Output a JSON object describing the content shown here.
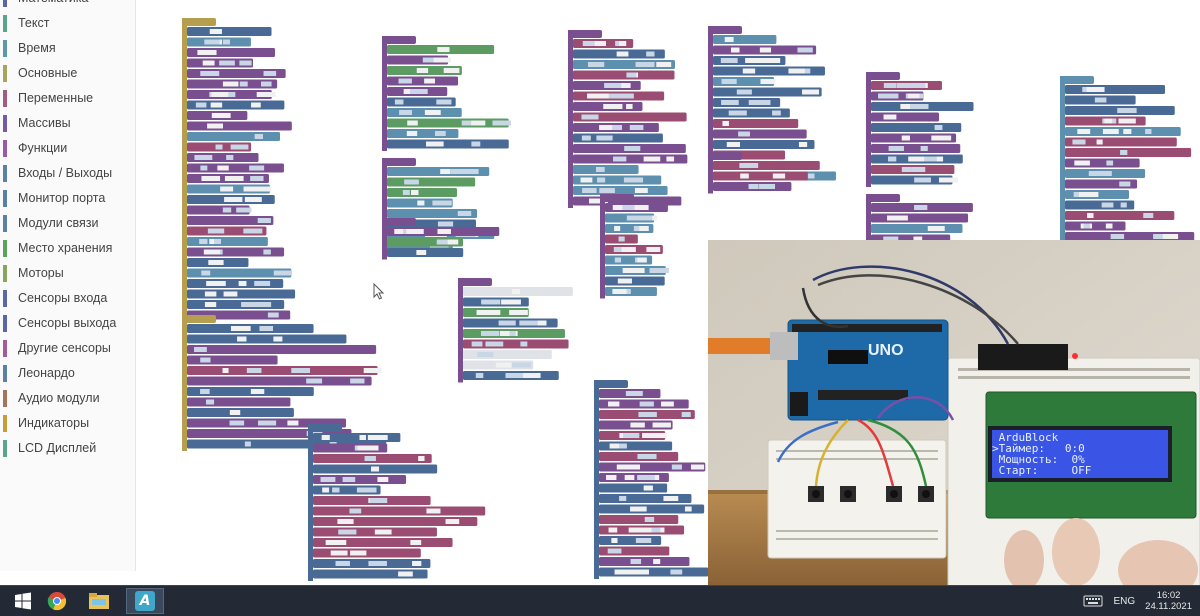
{
  "sidebar": {
    "categories": [
      {
        "label": "Математика",
        "color": "#5b67a5"
      },
      {
        "label": "Текст",
        "color": "#5ba58c"
      },
      {
        "label": "Время",
        "color": "#5b9aa5"
      },
      {
        "label": "Основные",
        "color": "#a5a55b"
      },
      {
        "label": "Переменные",
        "color": "#a55b80"
      },
      {
        "label": "Массивы",
        "color": "#745ba5"
      },
      {
        "label": "Функции",
        "color": "#9a5ba5"
      },
      {
        "label": "Входы / Выходы",
        "color": "#5b80a5"
      },
      {
        "label": "Монитор порта",
        "color": "#5b80a5"
      },
      {
        "label": "Модули связи",
        "color": "#5b80a5"
      },
      {
        "label": "Место хранения",
        "color": "#5ba55b"
      },
      {
        "label": "Моторы",
        "color": "#8aa55b"
      },
      {
        "label": "Сенсоры входа",
        "color": "#5b67a5"
      },
      {
        "label": "Сенсоры выхода",
        "color": "#5b67a5"
      },
      {
        "label": "Другие сенсоры",
        "color": "#a55b99"
      },
      {
        "label": "Леонардо",
        "color": "#5b80a5"
      },
      {
        "label": "Аудио модули",
        "color": "#a5745b"
      },
      {
        "label": "Индикаторы",
        "color": "#c79a3a"
      },
      {
        "label": "LCD Дисплей",
        "color": "#5ba58c"
      }
    ]
  },
  "blocks": {
    "colors": {
      "control": "#b59f4f",
      "procedure": "#7a4f8f",
      "lcd": "#4a6a96",
      "io": "#5d8fae",
      "variable": "#9b4c72",
      "storage": "#5c9c63",
      "text": "#dfe3e8"
    }
  },
  "video": {
    "lcd_lines": [
      " ArduBlock",
      ">Таймер:   0:0",
      " Мощность:  0%",
      " Старт:     OFF"
    ],
    "board_label": "UNO",
    "lcd_bg": "#2f4fe0"
  },
  "taskbar": {
    "apps": [
      {
        "icon": "windows-start-icon"
      },
      {
        "icon": "chrome-icon"
      },
      {
        "icon": "file-explorer-icon"
      },
      {
        "icon": "ardublock-app-icon",
        "letter": "A"
      }
    ],
    "language": "ENG",
    "time": "16:02",
    "date": "24.11.2021"
  }
}
